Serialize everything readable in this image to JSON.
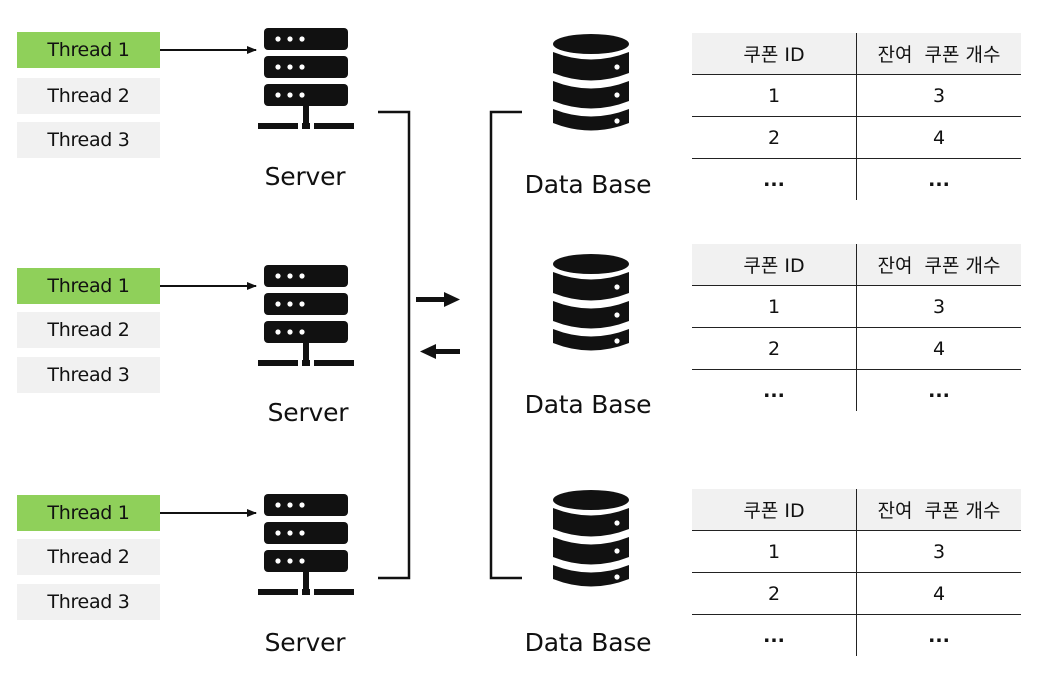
{
  "groups": [
    {
      "threads": [
        "Thread 1",
        "Thread 2",
        "Thread 3"
      ],
      "server_label": "Server",
      "db_label": "Data Base",
      "table": {
        "headers": [
          "쿠폰 ID",
          "잔여  쿠폰 개수"
        ],
        "rows": [
          [
            "1",
            "3"
          ],
          [
            "2",
            "4"
          ],
          [
            "...",
            "..."
          ]
        ]
      }
    },
    {
      "threads": [
        "Thread 1",
        "Thread 2",
        "Thread 3"
      ],
      "server_label": "Server",
      "db_label": "Data Base",
      "table": {
        "headers": [
          "쿠폰 ID",
          "잔여  쿠폰 개수"
        ],
        "rows": [
          [
            "1",
            "3"
          ],
          [
            "2",
            "4"
          ],
          [
            "...",
            "..."
          ]
        ]
      }
    },
    {
      "threads": [
        "Thread 1",
        "Thread 2",
        "Thread 3"
      ],
      "server_label": "Server",
      "db_label": "Data Base",
      "table": {
        "headers": [
          "쿠폰 ID",
          "잔여  쿠폰 개수"
        ],
        "rows": [
          [
            "1",
            "3"
          ],
          [
            "2",
            "4"
          ],
          [
            "...",
            "..."
          ]
        ]
      }
    }
  ],
  "colors": {
    "active_thread": "#8fd05a",
    "inactive_thread": "#f1f1f1",
    "table_header": "#f1f1f1",
    "ink": "#111111"
  },
  "icons": [
    "server-icon",
    "database-icon",
    "arrow-right-icon",
    "arrow-left-icon"
  ]
}
